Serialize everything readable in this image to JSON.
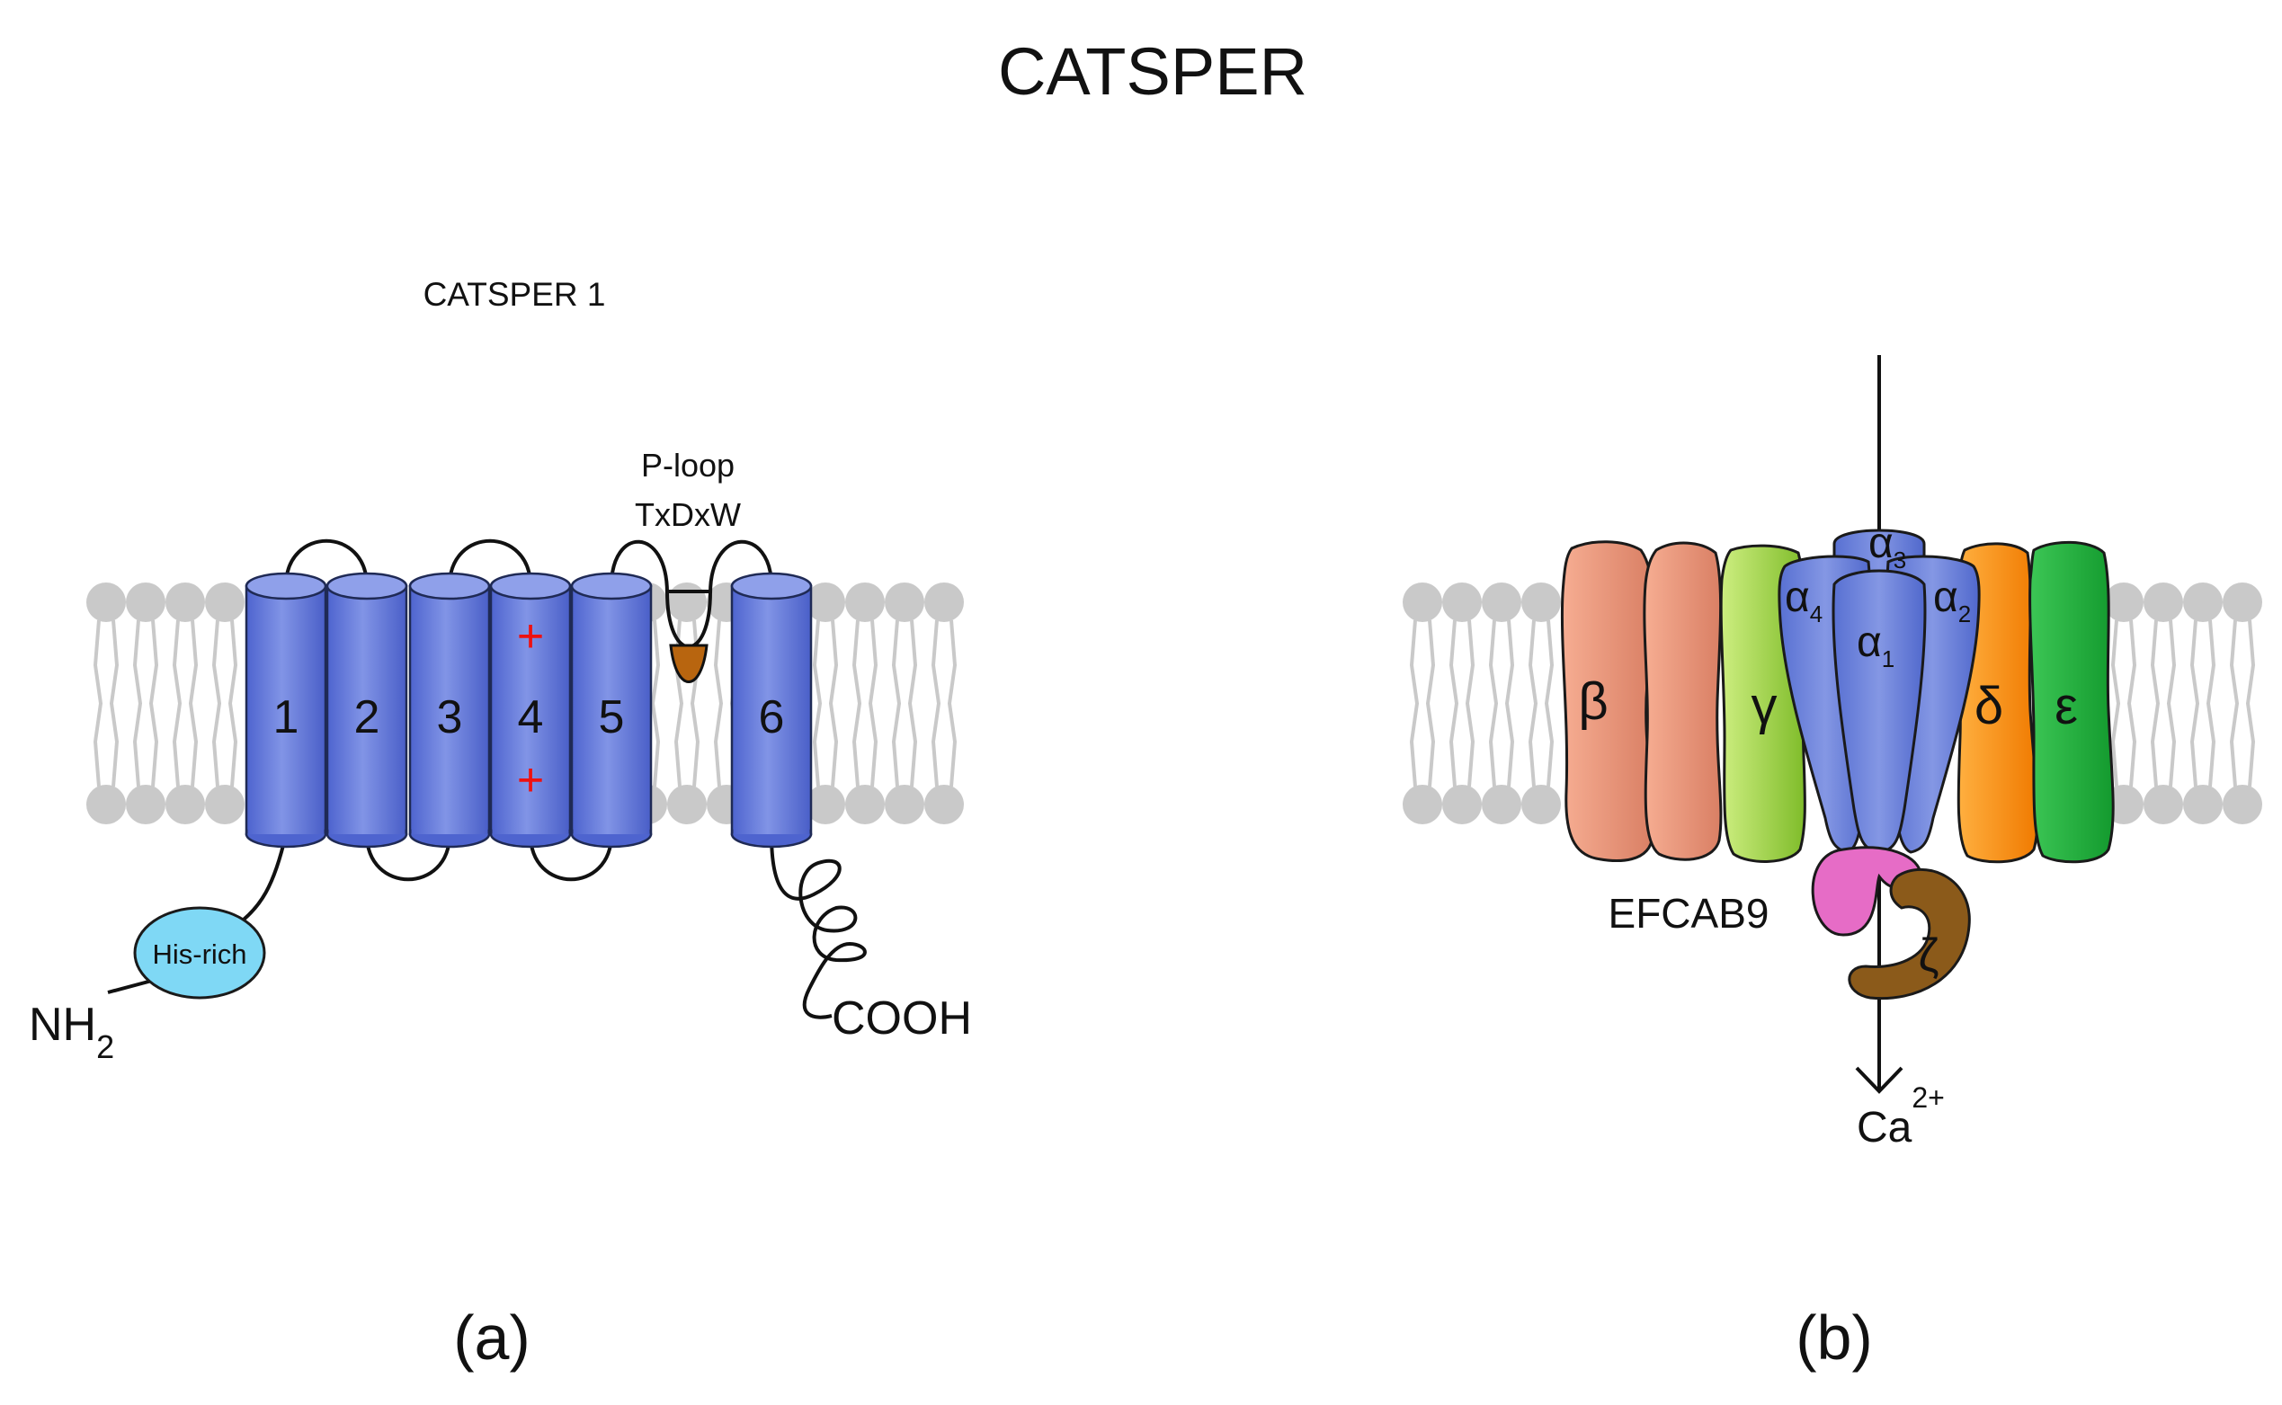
{
  "title": "CATSPER",
  "panel_a": {
    "label": "(a)",
    "protein_name": "CATSPER 1",
    "segments": [
      "1",
      "2",
      "3",
      "4",
      "5",
      "6"
    ],
    "charge_symbol": "+",
    "ploop_label": "P-loop",
    "motif_label": "TxDxW",
    "his_label": "His-rich",
    "n_terminus": "NH",
    "n_terminus_sub": "2",
    "c_terminus": "COOH"
  },
  "panel_b": {
    "label": "(b)",
    "subunits": {
      "beta": "β",
      "gamma": "γ",
      "delta": "δ",
      "epsilon": "ε",
      "zeta": "ζ",
      "alpha": "α",
      "alpha1_sub": "1",
      "alpha2_sub": "2",
      "alpha3_sub": "3",
      "alpha4_sub": "4"
    },
    "efcab9_label": "EFCAB9",
    "ion_label": "Ca",
    "ion_charge": "2+"
  },
  "colors": {
    "segment_blue": "#7386e0",
    "segment_blue_dark": "#4d63cf",
    "ploop_brown": "#b8650f",
    "his_cyan": "#7fd8f5",
    "charge_red": "#ee1111",
    "lipid_gray": "#c9c9c9",
    "beta_salmon": "#ee9a7e",
    "gamma_green": "#a7d84a",
    "delta_orange": "#ff9b10",
    "epsilon_green": "#24b040",
    "alpha_blue": "#6f86dc",
    "efcab9_pink": "#e66cc6",
    "zeta_brown": "#8b5a1a"
  }
}
